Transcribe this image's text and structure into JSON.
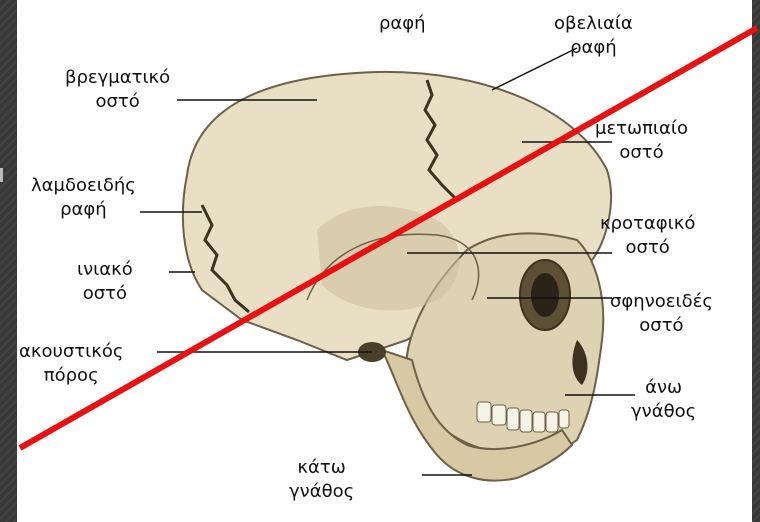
{
  "labels": {
    "coronal_suture": "ραφή",
    "sagittal_suture": [
      "οβελιαία",
      "ραφή"
    ],
    "parietal_bone": [
      "βρεγματικό",
      "οστό"
    ],
    "frontal_bone": [
      "μετωπιαίο",
      "οστό"
    ],
    "lambdoid_suture": [
      "λαμδοειδής",
      "ραφή"
    ],
    "temporal_bone": [
      "κροταφικό",
      "οστό"
    ],
    "occipital_bone": [
      "ινιακό",
      "οστό"
    ],
    "sphenoid_bone": [
      "σφηνοειδές",
      "οστό"
    ],
    "auditory_canal": [
      "ακουστικός",
      "πόρος"
    ],
    "maxilla": [
      "άνω",
      "γνάθος"
    ],
    "mandible": [
      "κάτω",
      "γνάθος"
    ]
  },
  "colors": {
    "bone": "#e8dfc4",
    "bone_shade": "#c9b98f",
    "bone_dark": "#8a7a55",
    "strike": "#e81010"
  },
  "icons": [
    "skull-illustration",
    "strike-line"
  ]
}
